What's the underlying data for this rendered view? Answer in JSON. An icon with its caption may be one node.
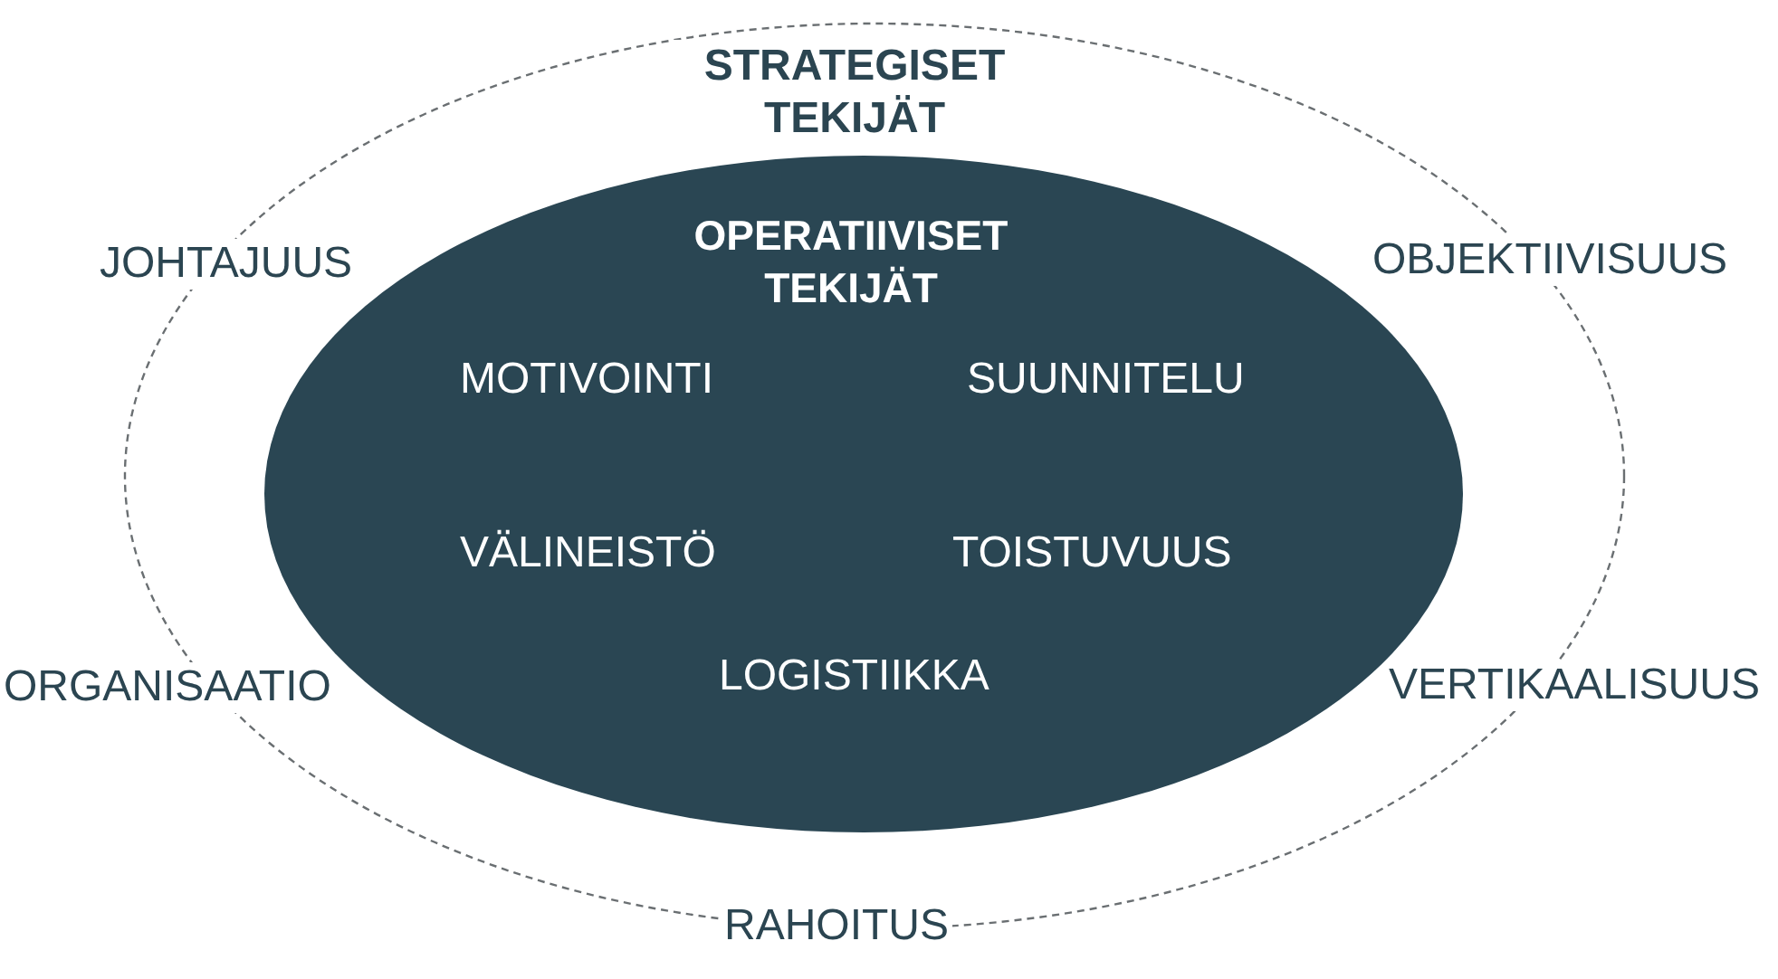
{
  "diagram": {
    "nodes": [
      {
        "text": [
          "STRATEGISET TEKIJÄT",
          "JOHTAJUUS",
          "OBJEKTIIVISUUS",
          "ORGANISAATIO",
          "VERTIKAALISUUS",
          "RAHOITUS"
        ]
      },
      {
        "text": [
          "OPERATIIVISET TEKIJÄT",
          "MOTIVOINTI",
          "SUUNNITELU",
          "VÄLINEISTÖ",
          "TOISTUVUUS",
          "LOGISTIIKKA"
        ],
        "in": 0
      }
    ]
  }
}
